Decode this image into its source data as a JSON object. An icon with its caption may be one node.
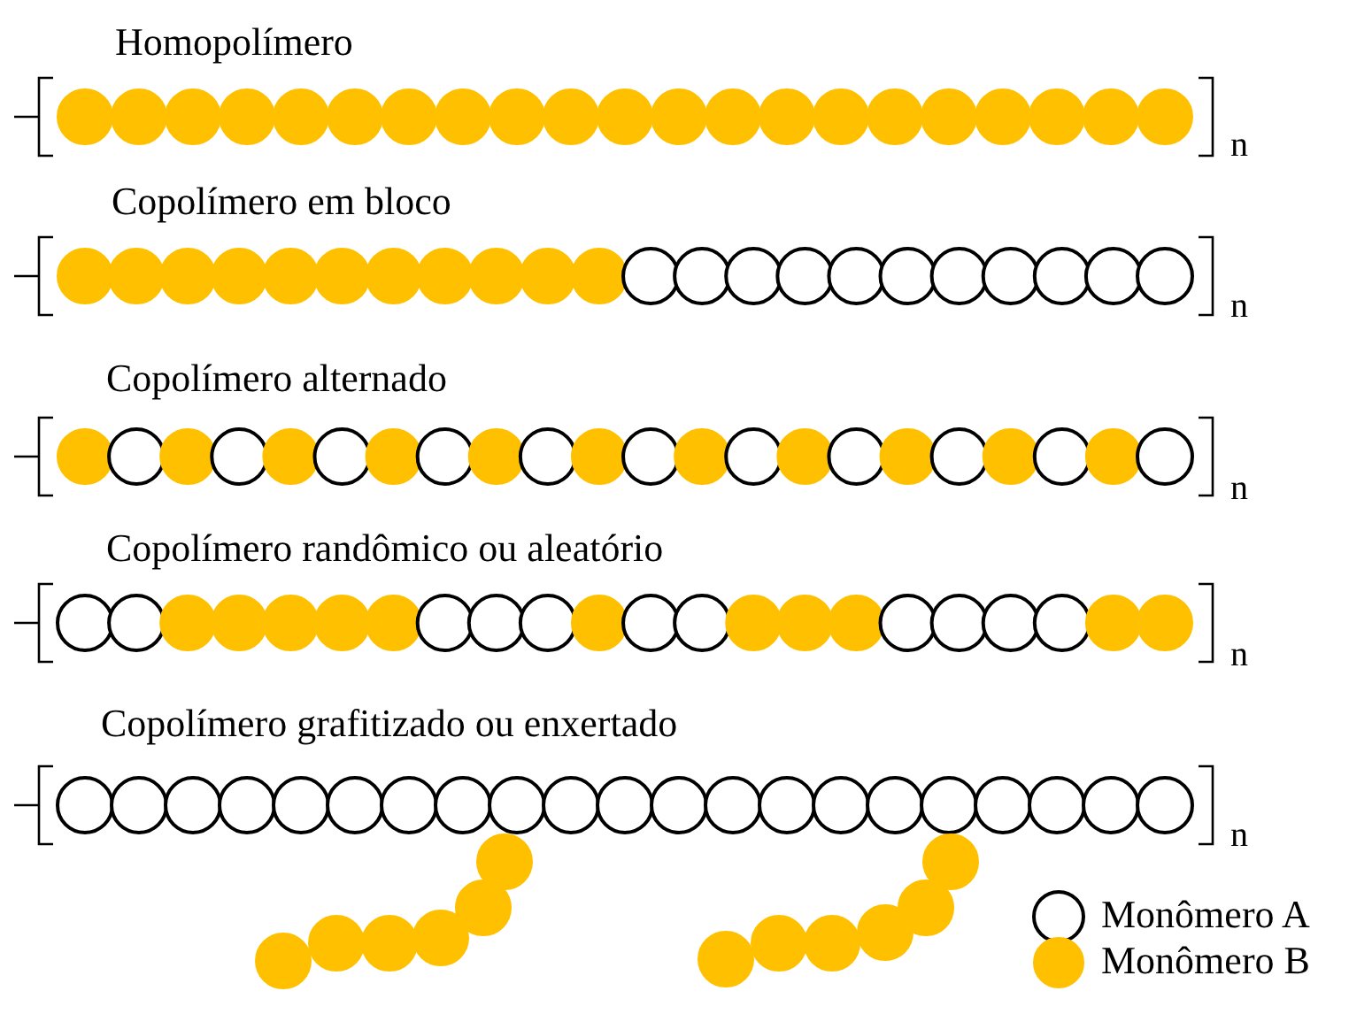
{
  "diagram": {
    "labels": [
      "Homopolímero",
      "n",
      "Copolímero em bloco",
      "n",
      "Copolímero alternado",
      "n",
      "Copolímero randômico ou aleatório",
      "n",
      "Copolímero grafitizado ou enxertado",
      "n"
    ],
    "legend": [
      {
        "text": "Monômero A"
      },
      {
        "text": "Monômero B"
      }
    ]
  }
}
